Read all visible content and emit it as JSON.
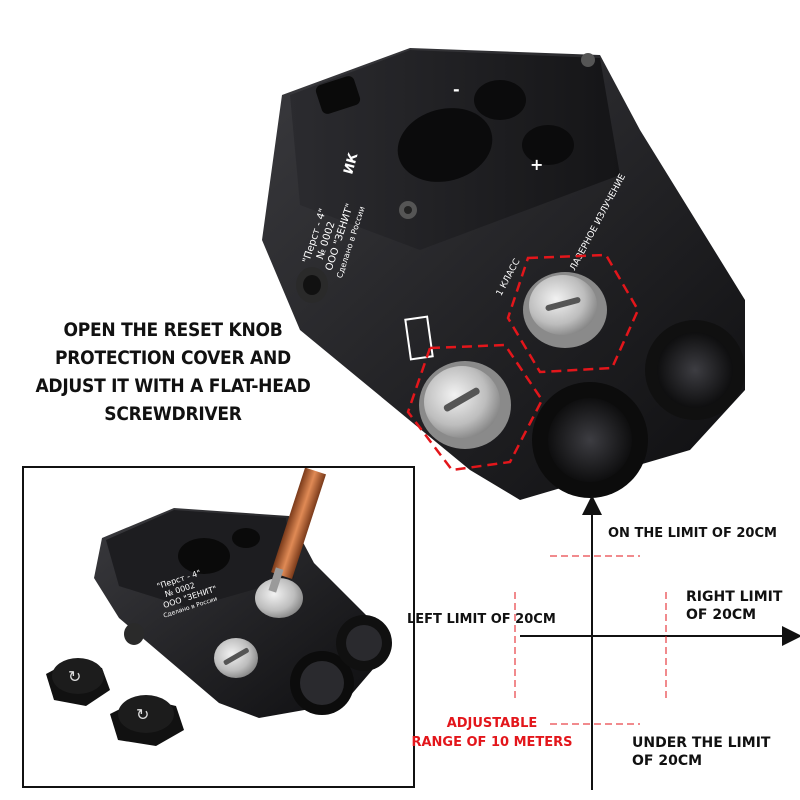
{
  "instruction": {
    "lines": [
      "OPEN THE RESET KNOB",
      "PROTECTION COVER AND",
      "ADJUST IT WITH A FLAT-HEAD",
      "SCREWDRIVER"
    ]
  },
  "device": {
    "engravings": [
      "\"Перст - 4\"",
      "№ 0002",
      "ООО \"ЗЕНИТ\"",
      "Сделано в России"
    ],
    "laser_label": "ЛАЗЕРНОЕ ИЗЛУЧЕНИЕ",
    "power_label": "1 КЛАСС",
    "ik_label": "ИК",
    "plus": "+",
    "minus": "-"
  },
  "diagram": {
    "top_label": "ON THE LIMIT OF 20CM",
    "right_label_line1": "RIGHT LIMIT",
    "right_label_line2": "OF 20CM",
    "left_label": "LEFT LIMIT OF 20CM",
    "bottom_label_line1": "UNDER THE LIMIT",
    "bottom_label_line2": "OF 20CM",
    "adjustable_line1": "ADJUSTABLE",
    "adjustable_line2": "RANGE OF 10 METERS"
  },
  "colors": {
    "accent_red": "#e3161b",
    "device_black": "#1a1a1c",
    "knob_silver": "#c9c9c9"
  }
}
